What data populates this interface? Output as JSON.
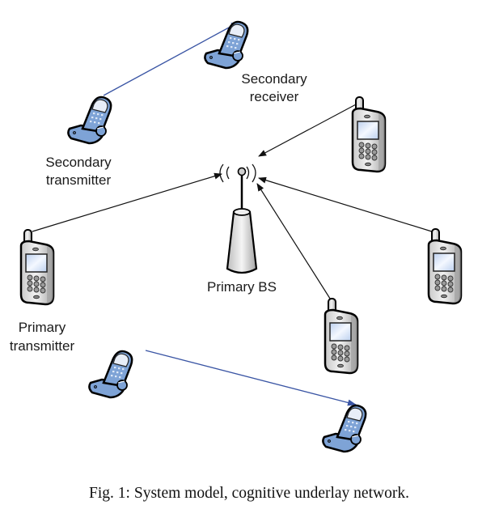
{
  "figure": {
    "caption": "Fig. 1: System model, cognitive underlay network.",
    "colors": {
      "primary_link": "#111111",
      "secondary_link": "#3a55a4",
      "flip_phone_fill": "#7ea3d6",
      "bar_phone_fill": "#d9d9d9"
    },
    "nodes": {
      "primary_bs": {
        "label": "Primary BS",
        "icon": "base-station-icon"
      },
      "primary_transmitter": {
        "label_line1": "Primary",
        "label_line2": "transmitter",
        "icon": "cell-phone-icon"
      },
      "secondary_transmitter": {
        "label_line1": "Secondary",
        "label_line2": "transmitter",
        "icon": "flip-phone-icon"
      },
      "secondary_receiver": {
        "label_line1": "Secondary",
        "label_line2": "receiver",
        "icon": "flip-phone-icon"
      },
      "primary_user_top_right": {
        "icon": "cell-phone-icon"
      },
      "primary_user_right": {
        "icon": "cell-phone-icon"
      },
      "primary_user_bottom": {
        "icon": "cell-phone-icon"
      },
      "secondary_pair2_tx": {
        "icon": "flip-phone-icon"
      },
      "secondary_pair2_rx": {
        "icon": "flip-phone-icon"
      }
    },
    "links": [
      {
        "from": "secondary_transmitter",
        "to": "secondary_receiver",
        "type": "secondary"
      },
      {
        "from": "primary_transmitter",
        "to": "primary_bs",
        "type": "primary"
      },
      {
        "from": "primary_user_top_right",
        "to": "primary_bs",
        "type": "primary"
      },
      {
        "from": "primary_user_right",
        "to": "primary_bs",
        "type": "primary"
      },
      {
        "from": "primary_user_bottom",
        "to": "primary_bs",
        "type": "primary"
      },
      {
        "from": "secondary_pair2_tx",
        "to": "secondary_pair2_rx",
        "type": "secondary"
      }
    ]
  }
}
